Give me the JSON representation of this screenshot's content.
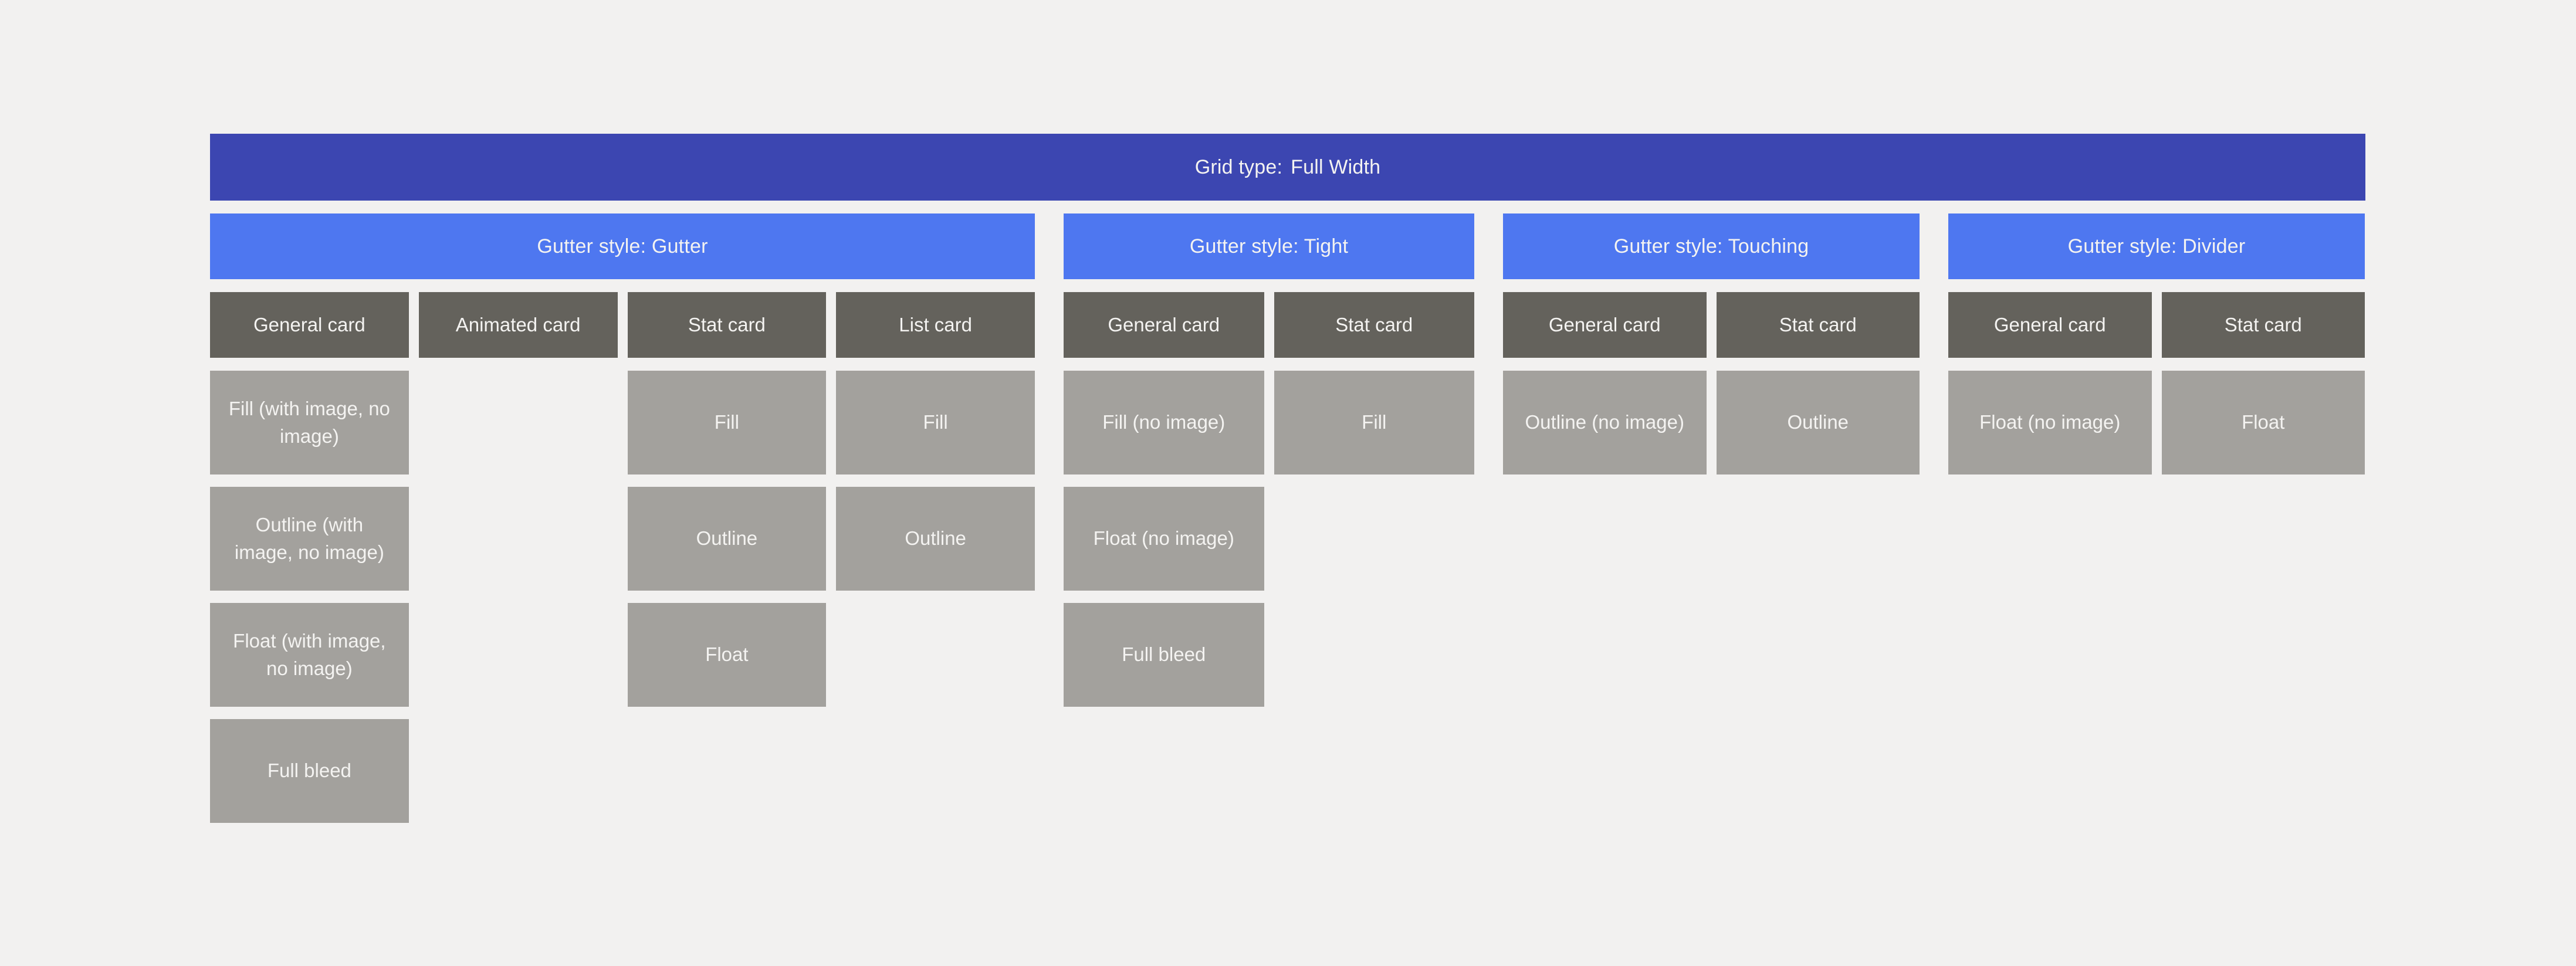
{
  "colors": {
    "background": "#f2f1f0",
    "grid_type_bar": "#3c46b1",
    "gutter_style_bar": "#4e77f0",
    "card_header": "#64625c",
    "card_variant": "#a3a19d",
    "text": "#f4f3f1"
  },
  "grid_type": {
    "prefix": "Grid type:",
    "value": "Full Width"
  },
  "groups": [
    {
      "label": "Gutter style: Gutter",
      "columns": [
        {
          "header": "General card",
          "variants": [
            "Fill (with image, no image)",
            "Outline (with image, no image)",
            "Float (with image, no image)",
            "Full bleed"
          ]
        },
        {
          "header": "Animated card",
          "variants": []
        },
        {
          "header": "Stat card",
          "variants": [
            "Fill",
            "Outline",
            "Float"
          ]
        },
        {
          "header": "List card",
          "variants": [
            "Fill",
            "Outline"
          ]
        }
      ]
    },
    {
      "label": "Gutter style: Tight",
      "columns": [
        {
          "header": "General card",
          "variants": [
            "Fill (no image)",
            "Float (no image)",
            "Full bleed"
          ]
        },
        {
          "header": "Stat card",
          "variants": [
            "Fill"
          ]
        }
      ]
    },
    {
      "label": "Gutter style: Touching",
      "columns": [
        {
          "header": "General card",
          "variants": [
            "Outline (no image)"
          ]
        },
        {
          "header": "Stat card",
          "variants": [
            "Outline"
          ]
        }
      ]
    },
    {
      "label": "Gutter style: Divider",
      "columns": [
        {
          "header": "General card",
          "variants": [
            "Float (no image)"
          ]
        },
        {
          "header": "Stat card",
          "variants": [
            "Float"
          ]
        }
      ]
    }
  ]
}
